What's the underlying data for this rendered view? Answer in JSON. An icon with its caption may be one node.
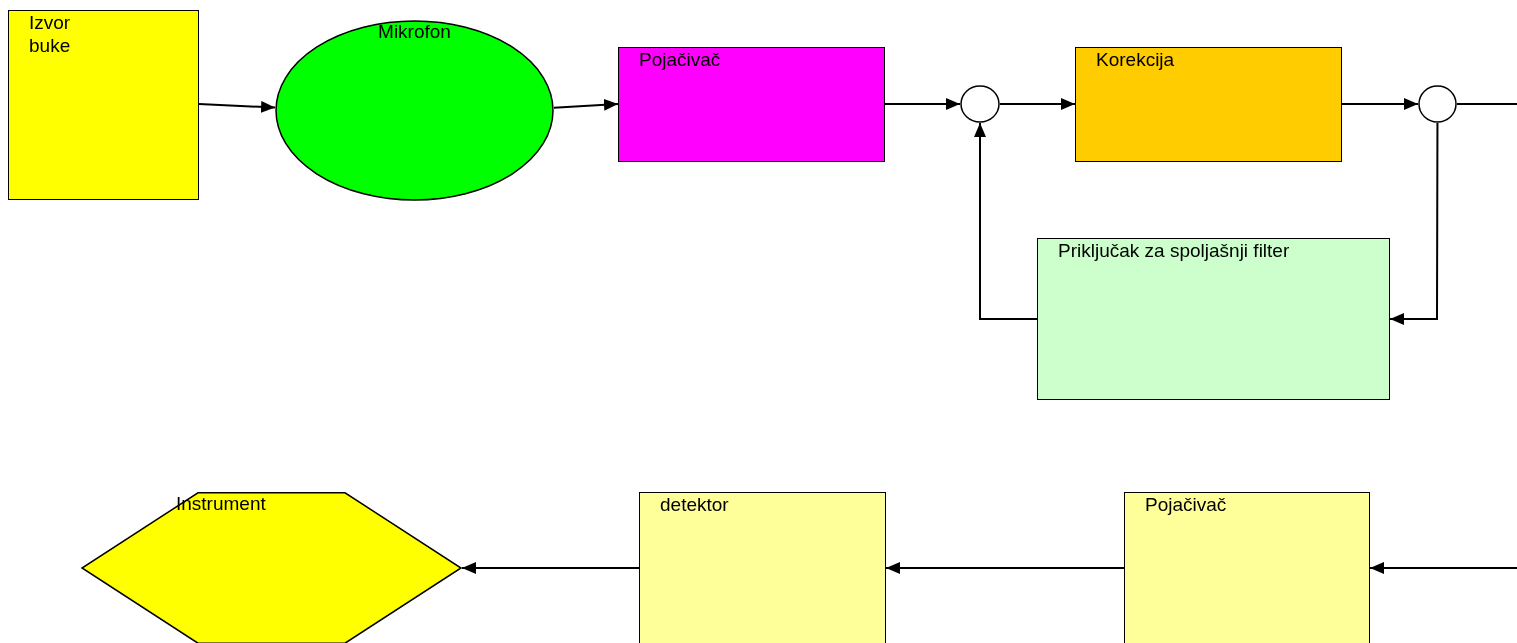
{
  "diagram": {
    "nodes": [
      {
        "text": [
          "Izvor buke"
        ]
      },
      {
        "text": [
          "Mikrofon"
        ]
      },
      {
        "text": [
          "Pojačivač"
        ]
      },
      {
        "text": [],
        "shape": "circle"
      },
      {
        "text": [
          "Korekcija"
        ]
      },
      {
        "text": [],
        "shape": "circle"
      },
      {
        "text": [
          "Priključak za spoljašnji filter"
        ]
      },
      {
        "text": [
          "Instrument"
        ]
      },
      {
        "text": [
          "detektor"
        ]
      },
      {
        "text": [
          "Pojačivač"
        ]
      }
    ],
    "edges": [
      {
        "from": 0,
        "to": 1,
        "arrow": "to"
      },
      {
        "from": 1,
        "to": 2,
        "arrow": "to"
      },
      {
        "from": 2,
        "to": 3,
        "arrow": "to"
      },
      {
        "from": 3,
        "to": 4,
        "arrow": "to"
      },
      {
        "from": 4,
        "to": 5,
        "arrow": "to"
      },
      {
        "from": 5,
        "to": 6,
        "arrow": "to"
      },
      {
        "from": 6,
        "to": 3,
        "arrow": "to"
      },
      {
        "from": 5,
        "to": null,
        "arrow": "none"
      },
      {
        "from": null,
        "to": 9,
        "arrow": "to"
      },
      {
        "from": 9,
        "to": 8,
        "arrow": "to"
      },
      {
        "from": 8,
        "to": 7,
        "arrow": "to"
      }
    ]
  }
}
